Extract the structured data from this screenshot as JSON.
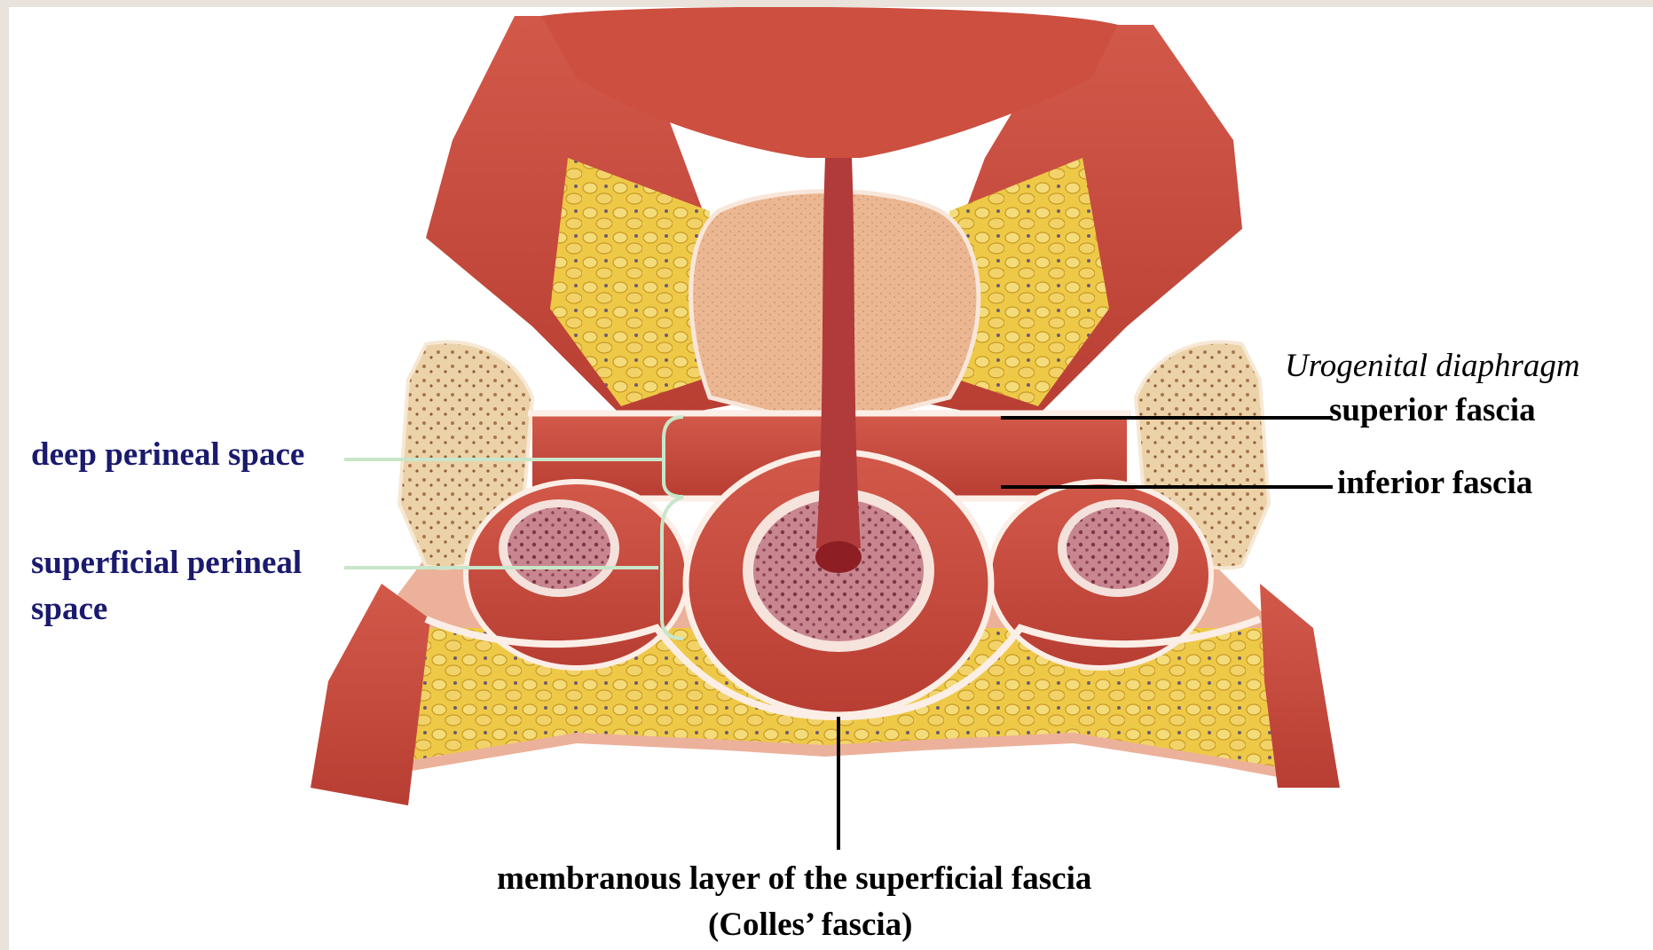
{
  "labels": {
    "deep_perineal_space": "deep perineal space",
    "superficial_perineal_space_line1": "superficial perineal",
    "superficial_perineal_space_line2": "space",
    "urogenital_diaphragm": "Urogenital diaphragm",
    "superior_fascia": "superior fascia",
    "inferior_fascia": "inferior fascia",
    "membranous_layer": "membranous layer of the superficial fascia",
    "colles_fascia": "(Colles’ fascia)"
  },
  "colors": {
    "left_label": "#1a1a6e",
    "right_label": "#000000",
    "left_leader": "#c8e6c9",
    "right_leader": "#000000",
    "muscle": "#c94a3e",
    "fat": "#e8c23c",
    "prostate": "#e9b590",
    "bone": "#ecd2a8",
    "erectile": "#a85a6a",
    "fascia": "#fbeee6",
    "page_background": "#e9e3dc"
  }
}
